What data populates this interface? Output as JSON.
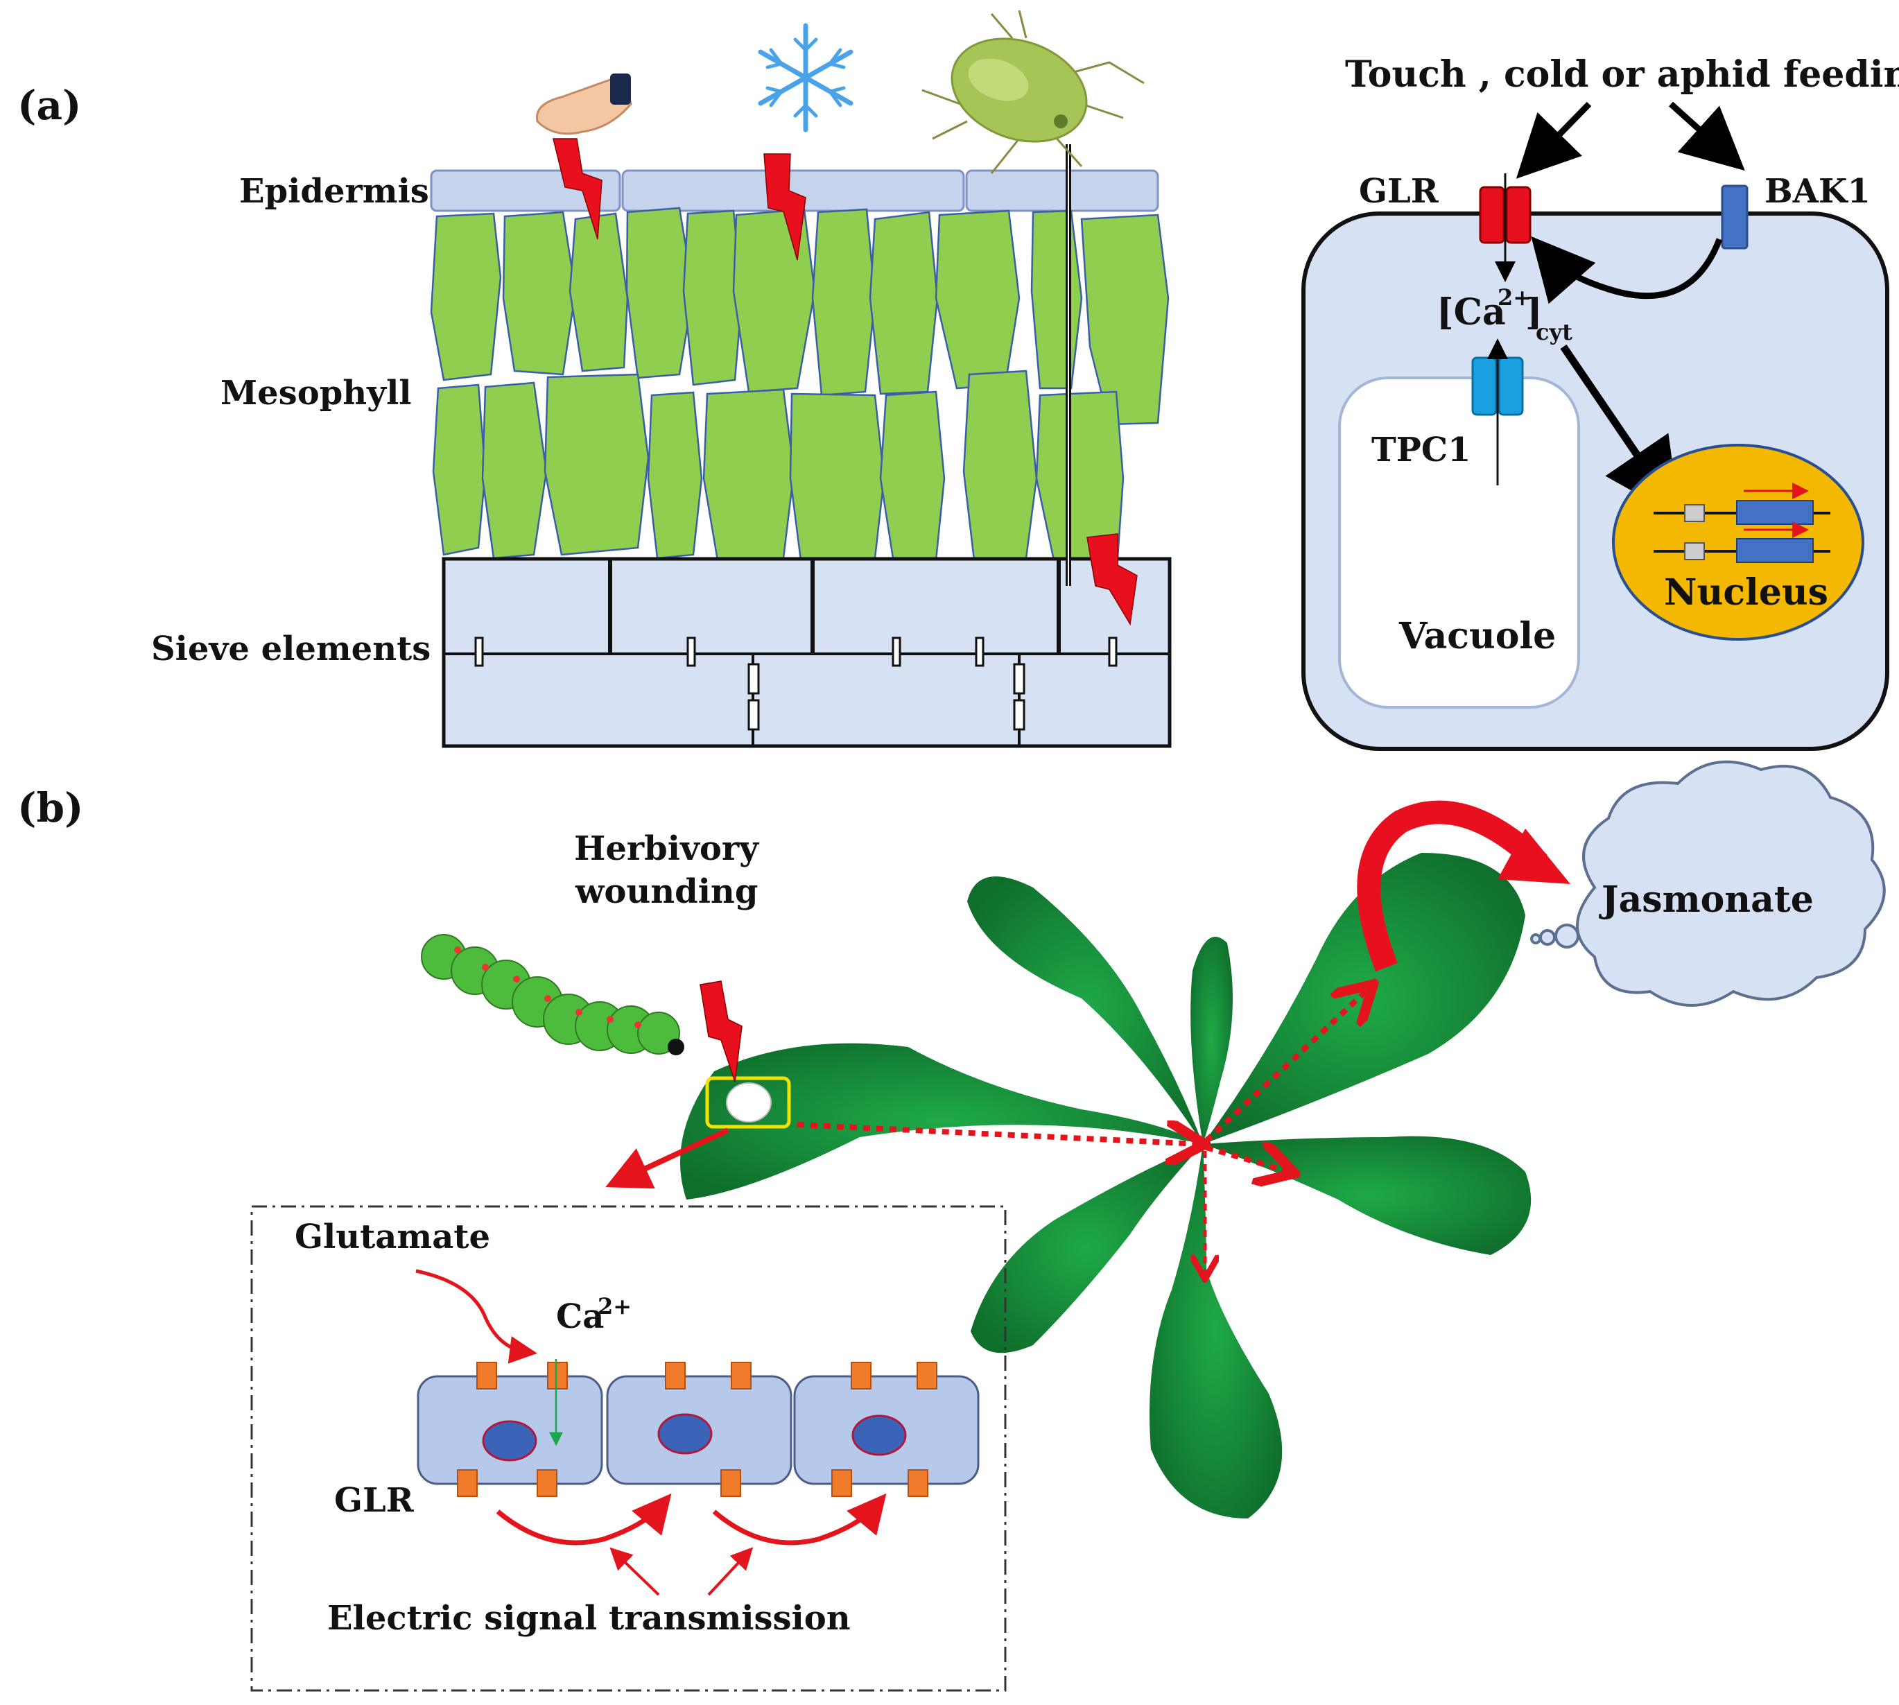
{
  "panels": {
    "a": "(a)",
    "b": "(b)"
  },
  "panel_a": {
    "epidermis": "Epidermis",
    "mesophyll": "Mesophyll",
    "sieve_elements": "Sieve elements",
    "stimuli": "Touch , cold or aphid feeding",
    "glr": "GLR",
    "bak1": "BAK1",
    "ca_base": "[Ca",
    "ca_sup": "2+",
    "ca_close": "]",
    "ca_sub": "cyt",
    "tpc1": "TPC1",
    "nucleus": "Nucleus",
    "vacuole": "Vacuole"
  },
  "panel_b": {
    "herbivory_line1": "Herbivory",
    "herbivory_line2": "wounding",
    "jasmonate": "Jasmonate",
    "glutamate": "Glutamate",
    "ca_base": "Ca",
    "ca_sup": "2+",
    "glr": "GLR",
    "electric": "Electric signal transmission"
  },
  "colors": {
    "mesophyll_green": "#8fce4f",
    "cell_blue": "#d6e1f3",
    "glr_red": "#e8101e",
    "bak1_blue": "#4472c4",
    "tpc1_blue": "#1aa0e0",
    "nucleus_yellow": "#f5b800",
    "leaf_green": "#1c8a3c",
    "channel_orange": "#f07b2a",
    "signal_red": "#e3141b"
  }
}
